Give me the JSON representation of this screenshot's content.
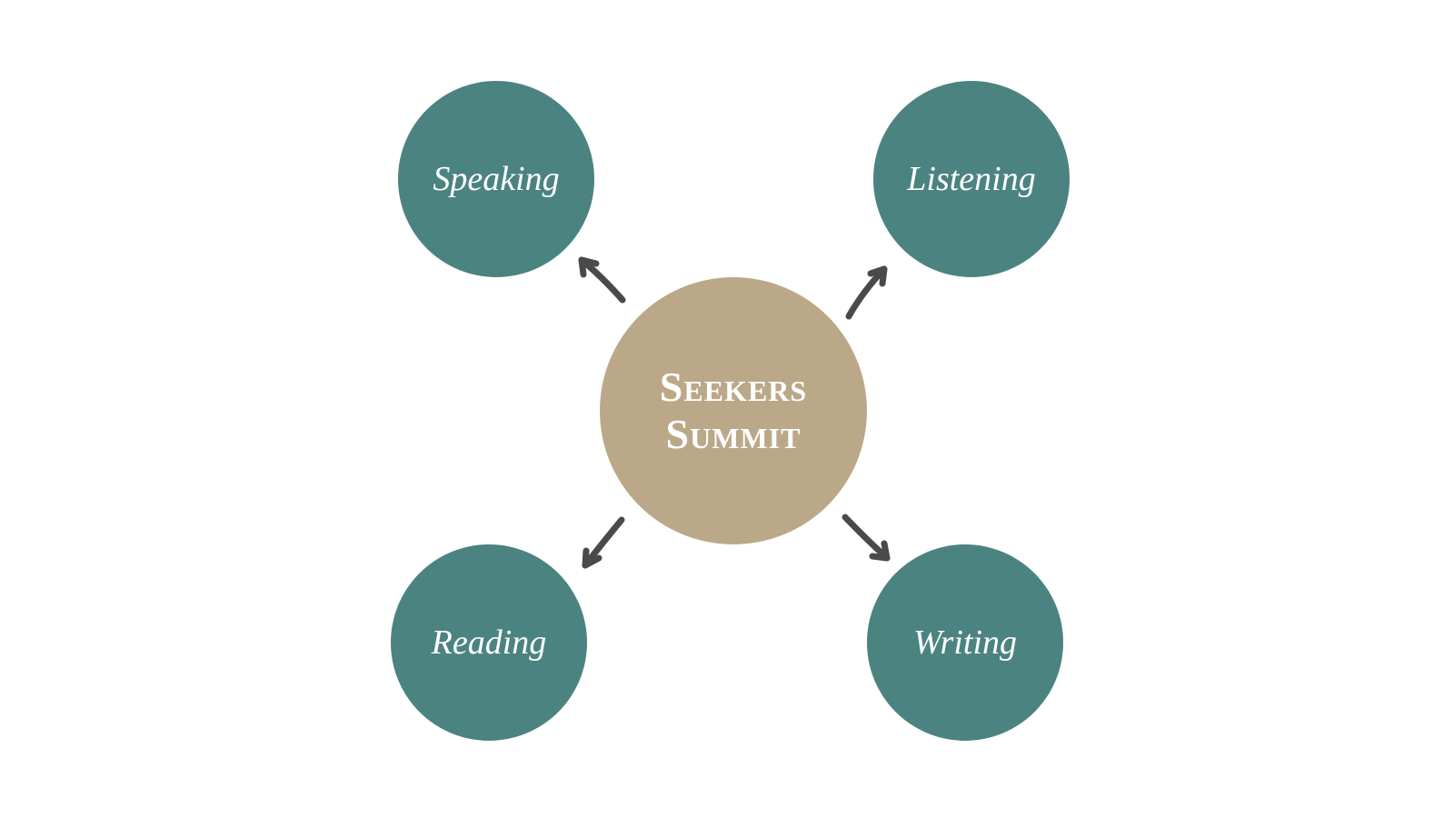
{
  "center": {
    "line1": "Seekers",
    "line2": "Summit"
  },
  "nodes": [
    {
      "label": "Speaking"
    },
    {
      "label": "Listening"
    },
    {
      "label": "Reading"
    },
    {
      "label": "Writing"
    }
  ],
  "colors": {
    "outer": "#4B8380",
    "center": "#BBA888",
    "arrow": "#4a4a4a"
  }
}
